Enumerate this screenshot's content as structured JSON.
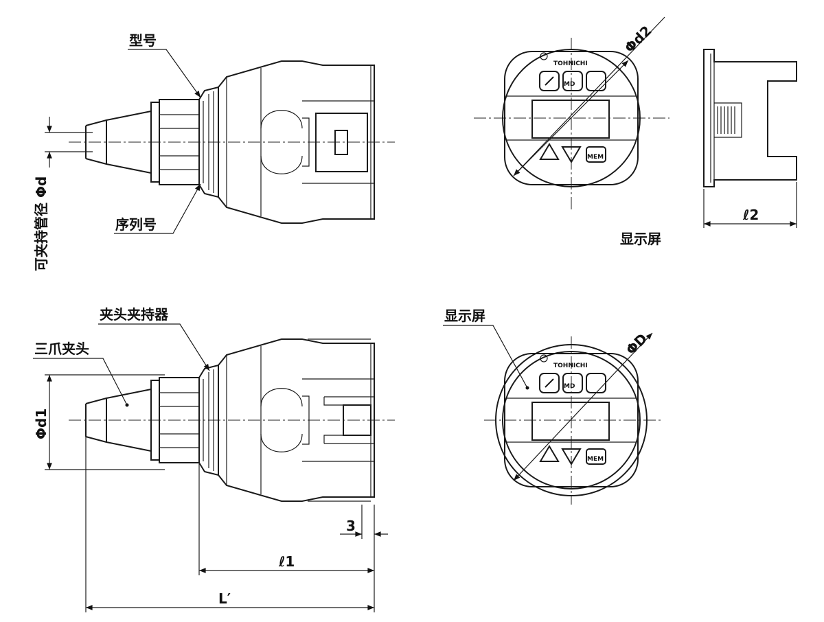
{
  "labels": {
    "model": "型号",
    "serial": "序列号",
    "pipe_diameter": "可夹持管径 Φd",
    "display_top": "显示屏",
    "chuck_holder": "夹头夹持器",
    "three_jaw_chuck": "三爪夹头",
    "display_bottom": "显示屏"
  },
  "dimensions": {
    "d2": "Φd2",
    "l2": "ℓ2",
    "d1": "Φd1",
    "D": "ΦD",
    "offset": "3",
    "l1": "ℓ1",
    "L": "L′"
  },
  "panel": {
    "brand": "TOHNICHI",
    "mode_button": "MD",
    "memory_button": "MEM"
  }
}
